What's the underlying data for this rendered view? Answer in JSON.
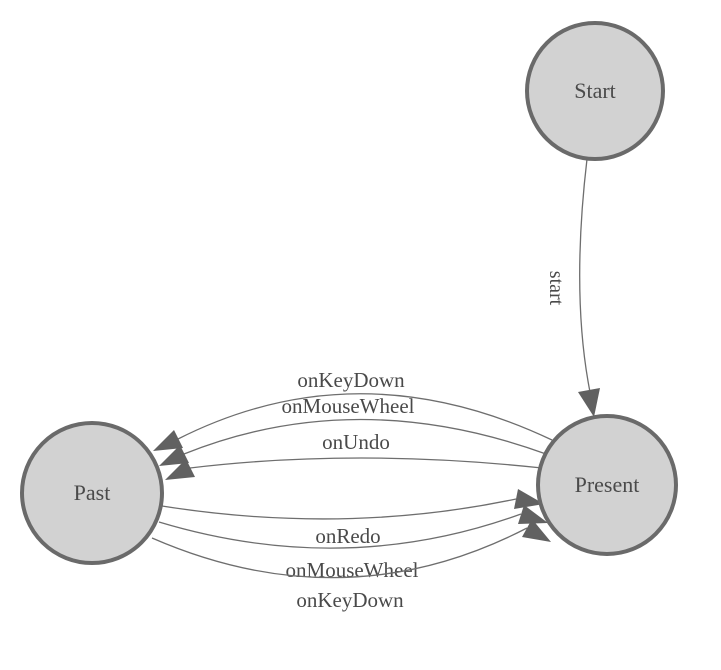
{
  "diagram": {
    "type": "state-machine",
    "background": "#ffffff",
    "colors": {
      "node_fill": "#d2d2d2",
      "node_stroke": "#6a6a6a",
      "edge_stroke": "#6e6e6e",
      "arrow_fill": "#616161",
      "text": "#4a4a4a"
    },
    "nodes": [
      {
        "id": "start",
        "label": "Start"
      },
      {
        "id": "present",
        "label": "Present"
      },
      {
        "id": "past",
        "label": "Past"
      }
    ],
    "edges": [
      {
        "label": "start",
        "from": "Start",
        "to": "Present"
      },
      {
        "label": "onKeyDown",
        "from": "Present",
        "to": "Past"
      },
      {
        "label": "onMouseWheel",
        "from": "Present",
        "to": "Past"
      },
      {
        "label": "onUndo",
        "from": "Present",
        "to": "Past"
      },
      {
        "label": "onRedo",
        "from": "Past",
        "to": "Present"
      },
      {
        "label": "onMouseWheel",
        "from": "Past",
        "to": "Present"
      },
      {
        "label": "onKeyDown",
        "from": "Past",
        "to": "Present"
      }
    ]
  }
}
